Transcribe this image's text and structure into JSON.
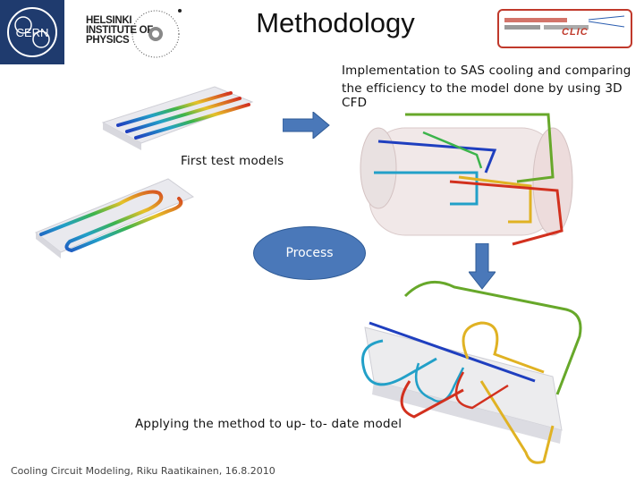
{
  "header": {
    "title": "Methodology",
    "cern_logo_text": "CERN",
    "institute_lines": [
      "HELSINKI",
      "INSTITUTE OF",
      "PHYSICS"
    ],
    "clic_logo_text": "CLIC"
  },
  "annotations": {
    "implementation_line1": "Implementation to SAS cooling and comparing",
    "implementation_line2": "the efficiency to the model done by using 3D CFD",
    "first_test_models": "First test models",
    "process_label": "Process",
    "applying_method": "Applying the method to up- to- date model"
  },
  "footer": {
    "caption": "Cooling Circuit Modeling, Riku Raatikainen, 16.8.2010"
  },
  "colors": {
    "arrow_fill": "#4a78b9",
    "process_fill": "#4a78b9",
    "cern_blue": "#1f3b6e",
    "clic_red": "#c0392b"
  }
}
